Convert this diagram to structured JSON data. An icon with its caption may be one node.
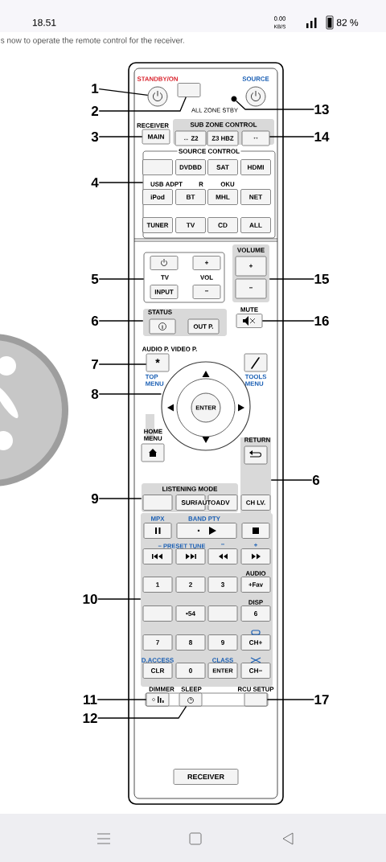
{
  "diagram": {
    "nodes": [
      {
        "text": [],
        "shape": "circle",
        "beside": [
          "STANDBY/ON"
        ]
      },
      {
        "text": [],
        "shape": "box"
      },
      {
        "text": [],
        "shape": "circle"
      },
      {
        "text": [],
        "shape": "circle",
        "beside": [
          "SOURCE"
        ]
      },
      {
        "text": [
          "MAIN"
        ],
        "beside": [
          "RECEIVER"
        ]
      },
      {
        "text": [
          "SUB ZONE CONTROL"
        ]
      },
      {
        "text": [
          "↔ Z2"
        ],
        "in": 5
      },
      {
        "text": [
          "Z3 HBZ"
        ],
        "in": 5
      },
      {
        "text": [
          "↔"
        ],
        "in": 5
      },
      {
        "text": [
          "SOURCE CONTROL"
        ]
      },
      {
        "text": [],
        "shape": "box",
        "in": 9
      },
      {
        "text": [
          "DVDBD"
        ],
        "in": 9
      },
      {
        "text": [
          "SAT"
        ],
        "in": 9
      },
      {
        "text": [
          "HDMI"
        ],
        "in": 9
      },
      {
        "text": [
          "iPod"
        ],
        "in": 9,
        "beside": [
          "USB ADPT"
        ]
      },
      {
        "text": [
          "BT"
        ],
        "in": 9,
        "beside": [
          "R"
        ]
      },
      {
        "text": [
          "MHL"
        ],
        "in": 9,
        "beside": [
          "OKU"
        ]
      },
      {
        "text": [
          "NET"
        ],
        "in": 9
      },
      {
        "text": [
          "TUNER"
        ],
        "in": 9
      },
      {
        "text": [
          "TV"
        ],
        "in": 9
      },
      {
        "text": [
          "CD"
        ],
        "in": 9
      },
      {
        "text": [
          "ALL"
        ],
        "in": 9
      },
      {
        "text": [],
        "shape": "box"
      },
      {
        "text": [],
        "shape": "box",
        "in": 22
      },
      {
        "text": [
          "+"
        ],
        "in": 22
      },
      {
        "text": [
          "INPUT"
        ],
        "in": 22,
        "beside": [
          "TV"
        ]
      },
      {
        "text": [
          "−"
        ],
        "in": 22,
        "beside": [
          "VOL"
        ]
      },
      {
        "text": [
          "VOLUME"
        ]
      },
      {
        "text": [
          "+"
        ],
        "in": 27
      },
      {
        "text": [
          "−"
        ],
        "in": 27
      },
      {
        "text": [],
        "shape": "box"
      },
      {
        "text": [],
        "shape": "box",
        "in": 30,
        "beside": [
          "STATUS"
        ]
      },
      {
        "text": [
          "OUT P."
        ],
        "in": 30
      },
      {
        "text": [],
        "shape": "box",
        "beside": [
          "MUTE"
        ]
      },
      {
        "text": [
          "*"
        ],
        "beside": [
          "AUDIO P. VIDEO P.",
          "TOP MENU"
        ]
      },
      {
        "text": [],
        "shape": "box",
        "beside": [
          "TOOLS MENU"
        ]
      },
      {
        "text": [],
        "shape": "circle"
      },
      {
        "text": [
          "ENTER"
        ],
        "in": 36
      },
      {
        "text": [],
        "shape": "box",
        "beside": [
          "HOME MENU"
        ]
      },
      {
        "text": [],
        "shape": "bar"
      },
      {
        "text": [],
        "shape": "box",
        "in": 39,
        "beside": [
          "RETURN"
        ]
      },
      {
        "text": [
          "LISTENING MODE"
        ]
      },
      {
        "text": [],
        "shape": "box",
        "in": 41
      },
      {
        "text": [
          "SURR"
        ],
        "in": 41
      },
      {
        "text": [
          "ADV"
        ],
        "in": 41
      },
      {
        "text": [
          "CH LV."
        ],
        "in": 39
      },
      {
        "text": [],
        "shape": "box"
      },
      {
        "text": [],
        "shape": "box",
        "in": 46,
        "beside": [
          "MPX"
        ]
      },
      {
        "text": [],
        "shape": "box",
        "in": 46,
        "beside": [
          "BAND PTY"
        ]
      },
      {
        "text": [],
        "shape": "box",
        "in": 46
      },
      {
        "text": [],
        "shape": "box",
        "in": 46
      },
      {
        "text": [],
        "shape": "box",
        "in": 46
      },
      {
        "text": [],
        "shape": "box",
        "in": 46
      },
      {
        "text": [],
        "shape": "box",
        "in": 46
      },
      {
        "text": [
          "1"
        ],
        "in": 46
      },
      {
        "text": [
          "2"
        ],
        "in": 46
      },
      {
        "text": [
          "3"
        ],
        "in": 46
      },
      {
        "text": [
          "+Fav"
        ],
        "in": 46,
        "beside": [
          "AUDIO"
        ]
      },
      {
        "text": [],
        "shape": "box",
        "in": 46
      },
      {
        "text": [
          "•54"
        ],
        "in": 46
      },
      {
        "text": [],
        "shape": "box",
        "in": 46
      },
      {
        "text": [
          "6"
        ],
        "in": 46,
        "beside": [
          "DISP"
        ]
      },
      {
        "text": [
          "7"
        ],
        "in": 46
      },
      {
        "text": [
          "8"
        ],
        "in": 46
      },
      {
        "text": [
          "9"
        ],
        "in": 46
      },
      {
        "text": [
          "CH+"
        ],
        "in": 46
      },
      {
        "text": [
          "CLR"
        ],
        "in": 46,
        "beside": [
          "D.ACCESS"
        ]
      },
      {
        "text": [
          "0"
        ],
        "in": 46
      },
      {
        "text": [
          "ENTER"
        ],
        "in": 46,
        "beside": [
          "CLASS"
        ]
      },
      {
        "text": [
          "CH−"
        ],
        "in": 46
      },
      {
        "text": [],
        "shape": "box",
        "beside": [
          "DIMMER"
        ]
      },
      {
        "text": [],
        "shape": "box",
        "beside": [
          "SLEEP"
        ]
      },
      {
        "text": [],
        "shape": "box",
        "beside": [
          "RCU SETUP"
        ]
      },
      {
        "text": [
          "RECEIVER"
        ]
      },
      {
        "text": [
          "1"
        ]
      },
      {
        "text": [
          "2"
        ]
      },
      {
        "text": [
          "3"
        ]
      },
      {
        "text": [
          "4"
        ]
      },
      {
        "text": [
          "5"
        ]
      },
      {
        "text": [
          "6"
        ]
      },
      {
        "text": [
          "7"
        ]
      },
      {
        "text": [
          "8"
        ]
      },
      {
        "text": [
          "9"
        ]
      },
      {
        "text": [
          "10"
        ]
      },
      {
        "text": [
          "11"
        ]
      },
      {
        "text": [
          "12"
        ]
      },
      {
        "text": [
          "13"
        ]
      },
      {
        "text": [
          "14"
        ]
      },
      {
        "text": [
          "15"
        ]
      },
      {
        "text": [
          "16"
        ]
      },
      {
        "text": [
          "6"
        ]
      },
      {
        "text": [
          "17"
        ]
      }
    ],
    "edges": [
      {
        "from": 74,
        "to": 0,
        "arrow": "none"
      },
      {
        "from": 75,
        "to": 1,
        "arrow": "none"
      },
      {
        "from": 76,
        "to": 4,
        "arrow": "none"
      },
      {
        "from": 77,
        "to": 9,
        "arrow": "none"
      },
      {
        "from": 78,
        "to": 22,
        "arrow": "none"
      },
      {
        "from": 79,
        "to": 30,
        "arrow": "none"
      },
      {
        "from": 80,
        "to": 34,
        "arrow": "none"
      },
      {
        "from": 81,
        "to": 36,
        "arrow": "none"
      },
      {
        "from": 82,
        "to": 41,
        "arrow": "none"
      },
      {
        "from": 83,
        "to": 46,
        "arrow": "none"
      },
      {
        "from": 84,
        "to": 70,
        "arrow": "none"
      },
      {
        "from": 85,
        "to": 71,
        "arrow": "none"
      },
      {
        "from": 86,
        "to": 2,
        "arrow": "none"
      },
      {
        "from": 87,
        "to": 8,
        "arrow": "none"
      },
      {
        "from": 88,
        "to": 27,
        "arrow": "none"
      },
      {
        "from": 89,
        "to": 33,
        "arrow": "none"
      },
      {
        "from": 90,
        "to": 39,
        "arrow": "none"
      },
      {
        "from": 91,
        "to": 72,
        "arrow": "none"
      }
    ],
    "labels": [
      "18.51",
      "0.00",
      "KB/S",
      "82 %",
      "s now to operate the remote control for the receiver.",
      "AUTO",
      "− PRESET TUNE",
      "−",
      "+",
      "ALL ZONE STBY"
    ]
  }
}
